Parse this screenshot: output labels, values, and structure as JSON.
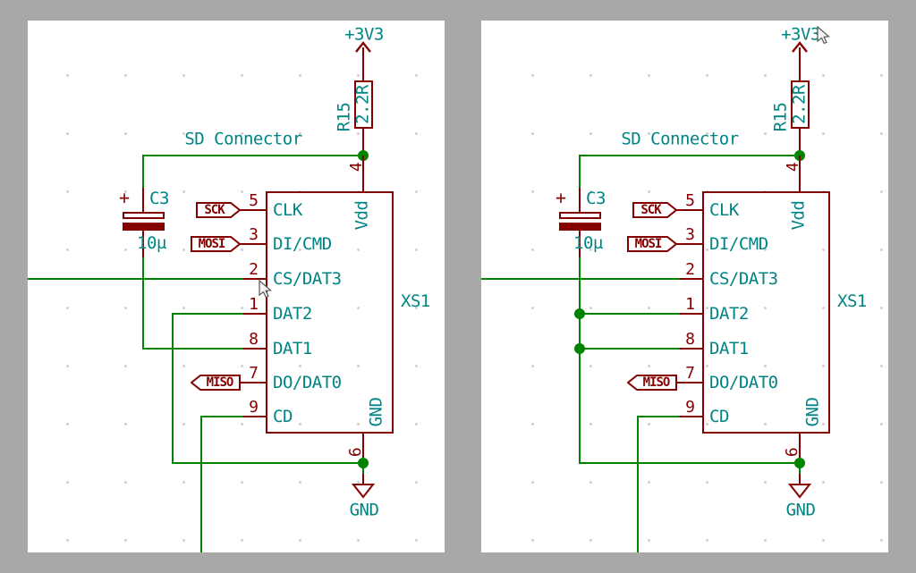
{
  "colors": {
    "wire_green": "#008400",
    "symbol_red": "#840000",
    "text_teal": "#008484",
    "canvas_white": "#ffffff",
    "desktop_gray": "#a8a8a8"
  },
  "schematic": {
    "power_net": "+3V3",
    "resistor": {
      "ref": "R15",
      "value": "2.2R"
    },
    "connector_title": "SD Connector",
    "capacitor": {
      "ref": "C3",
      "value": "10µ",
      "polarity": "+"
    },
    "ic": {
      "ref": "XS1",
      "left_pins": [
        {
          "num": "5",
          "name": "CLK"
        },
        {
          "num": "3",
          "name": "DI/CMD"
        },
        {
          "num": "2",
          "name": "CS/DAT3"
        },
        {
          "num": "1",
          "name": "DAT2"
        },
        {
          "num": "8",
          "name": "DAT1"
        },
        {
          "num": "7",
          "name": "DO/DAT0"
        },
        {
          "num": "9",
          "name": "CD"
        }
      ],
      "top_pin": {
        "num": "4",
        "name": "Vdd"
      },
      "bottom_pin": {
        "num": "6",
        "name": "GND"
      }
    },
    "net_labels": {
      "sck": "SCK",
      "mosi": "MOSI",
      "miso": "MISO"
    },
    "gnd_net": "GND"
  }
}
